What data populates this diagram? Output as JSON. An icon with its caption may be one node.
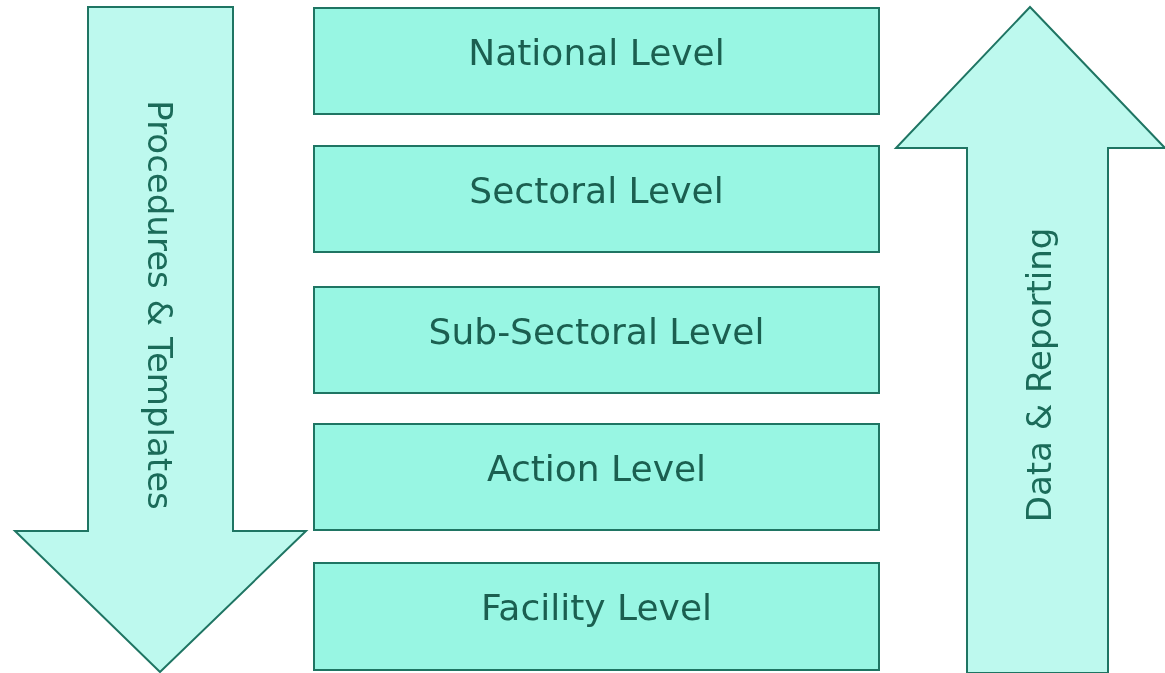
{
  "diagram": {
    "nodes": [
      {
        "text": [
          "Procedures & Templates"
        ]
      },
      {
        "text": [
          "National Level"
        ]
      },
      {
        "text": [
          "Sectoral Level"
        ]
      },
      {
        "text": [
          "Sub-Sectoral Level"
        ]
      },
      {
        "text": [
          "Action Level"
        ]
      },
      {
        "text": [
          "Facility Level"
        ]
      },
      {
        "text": [
          "Data & Reporting"
        ]
      }
    ]
  }
}
